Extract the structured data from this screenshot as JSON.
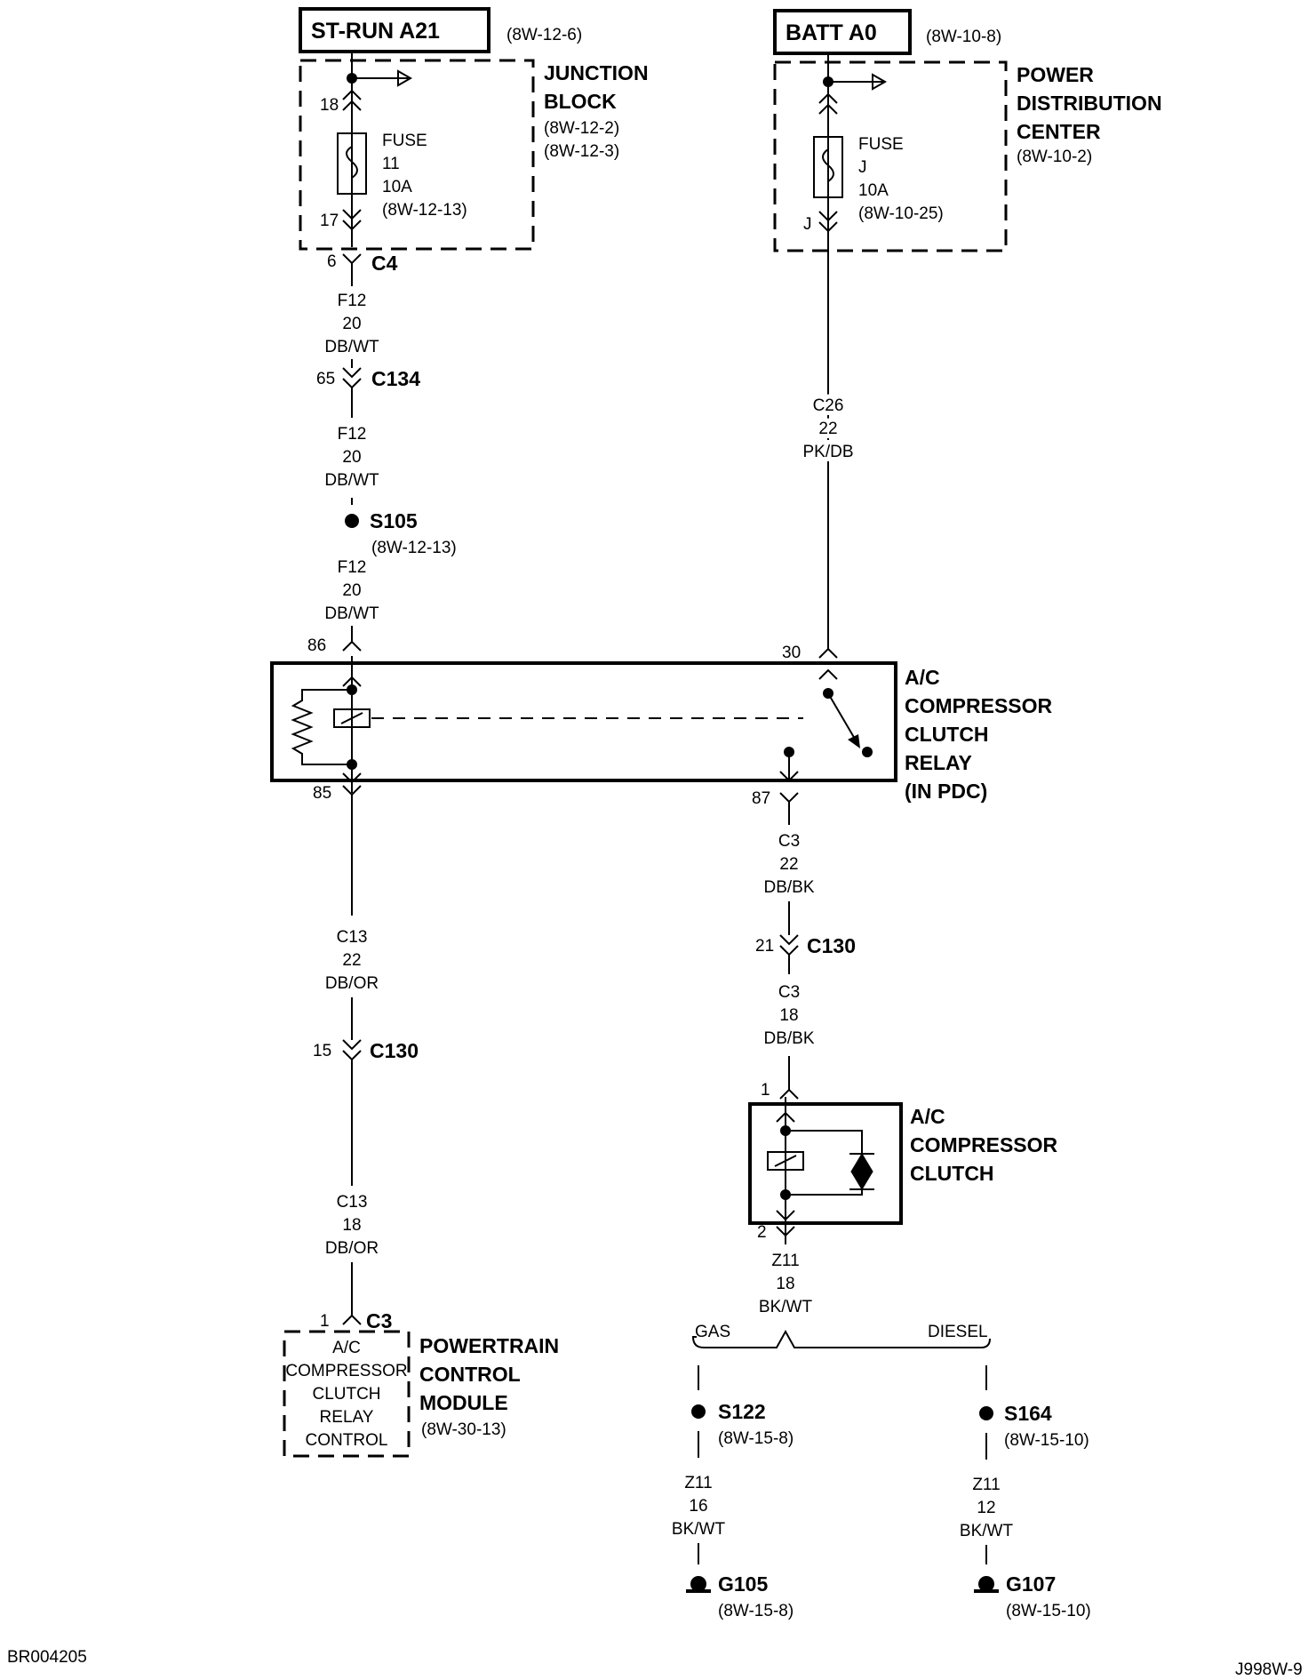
{
  "top_left": {
    "label": "ST-RUN A21",
    "ref": "(8W-12-6)"
  },
  "top_right": {
    "label": "BATT A0",
    "ref": "(8W-10-8)"
  },
  "junction_block": {
    "title1": "JUNCTION",
    "title2": "BLOCK",
    "ref1": "(8W-12-2)",
    "ref2": "(8W-12-3)",
    "pin_in": "18",
    "pin_out": "17",
    "fuse": {
      "l1": "FUSE",
      "l2": "11",
      "l3": "10A",
      "l4": "(8W-12-13)"
    }
  },
  "pdc": {
    "title1": "POWER",
    "title2": "DISTRIBUTION",
    "title3": "CENTER",
    "ref": "(8W-10-2)",
    "pin_out": "J",
    "fuse": {
      "l1": "FUSE",
      "l2": "J",
      "l3": "10A",
      "l4": "(8W-10-25)"
    }
  },
  "left_chain": {
    "c4": {
      "pin": "6",
      "name": "C4"
    },
    "w1": {
      "circuit": "F12",
      "gauge": "20",
      "color": "DB/WT"
    },
    "c134": {
      "pin": "65",
      "name": "C134"
    },
    "w2": {
      "circuit": "F12",
      "gauge": "20",
      "color": "DB/WT"
    },
    "s105": {
      "name": "S105",
      "ref": "(8W-12-13)"
    },
    "w3": {
      "circuit": "F12",
      "gauge": "20",
      "color": "DB/WT"
    },
    "pin86": "86",
    "pin85": "85",
    "w4": {
      "circuit": "C13",
      "gauge": "22",
      "color": "DB/OR"
    },
    "c130": {
      "pin": "15",
      "name": "C130"
    },
    "w5": {
      "circuit": "C13",
      "gauge": "18",
      "color": "DB/OR"
    },
    "c3": {
      "pin": "1",
      "name": "C3"
    }
  },
  "right_chain": {
    "w1": {
      "circuit": "C26",
      "gauge": "22",
      "color": "PK/DB"
    },
    "pin30": "30",
    "pin87": "87",
    "w2": {
      "circuit": "C3",
      "gauge": "22",
      "color": "DB/BK"
    },
    "c130": {
      "pin": "21",
      "name": "C130"
    },
    "w3": {
      "circuit": "C3",
      "gauge": "18",
      "color": "DB/BK"
    },
    "pin1": "1",
    "pin2": "2",
    "w4": {
      "circuit": "Z11",
      "gauge": "18",
      "color": "BK/WT"
    }
  },
  "relay": {
    "l1": "A/C",
    "l2": "COMPRESSOR",
    "l3": "CLUTCH",
    "l4": "RELAY",
    "l5": "(IN PDC)"
  },
  "clutch": {
    "l1": "A/C",
    "l2": "COMPRESSOR",
    "l3": "CLUTCH"
  },
  "pcm": {
    "inner1": "A/C",
    "inner2": "COMPRESSOR",
    "inner3": "CLUTCH",
    "inner4": "RELAY",
    "inner5": "CONTROL",
    "title1": "POWERTRAIN",
    "title2": "CONTROL",
    "title3": "MODULE",
    "ref": "(8W-30-13)"
  },
  "branches": {
    "gas_label": "GAS",
    "diesel_label": "DIESEL",
    "gas": {
      "splice": "S122",
      "splice_ref": "(8W-15-8)",
      "circuit": "Z11",
      "gauge": "16",
      "color": "BK/WT",
      "ground": "G105",
      "ground_ref": "(8W-15-8)"
    },
    "diesel": {
      "splice": "S164",
      "splice_ref": "(8W-15-10)",
      "circuit": "Z11",
      "gauge": "12",
      "color": "BK/WT",
      "ground": "G107",
      "ground_ref": "(8W-15-10)"
    }
  },
  "footer": {
    "left": "BR004205",
    "right": "J998W-9"
  }
}
